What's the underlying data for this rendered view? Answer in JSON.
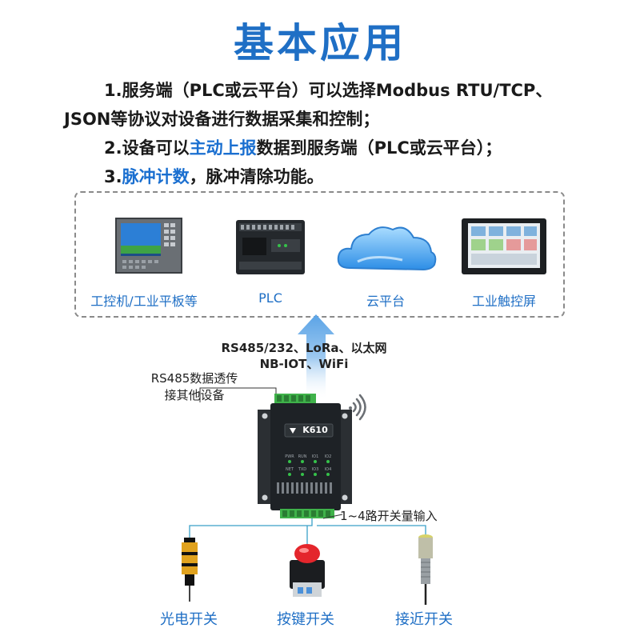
{
  "title": "基本应用",
  "description": {
    "line1": "1.服务端（PLC或云平台）可以选择Modbus RTU/TCP、",
    "line2": "JSON等协议对设备进行数据采集和控制；",
    "line3_pre": "2.设备可以",
    "line3_hl": "主动上报",
    "line3_post": "数据到服务端（PLC或云平台）；",
    "line4_pre": "3.",
    "line4_hl": "脉冲计数",
    "line4_post": "，脉冲清除功能。"
  },
  "devices": [
    {
      "label": "工控机/工业平板等"
    },
    {
      "label": "PLC"
    },
    {
      "label": "云平台"
    },
    {
      "label": "工业触控屏"
    }
  ],
  "protocols": {
    "line1": "RS485/232、LoRa、以太网",
    "line2": "NB-IOT、WiFi"
  },
  "passthrough": {
    "line1": "RS485数据透传",
    "line2": "接其他设备"
  },
  "module": {
    "name": "K610",
    "led_top": [
      "PWR",
      "RUN",
      "IO1",
      "IO2"
    ],
    "led_bottom": [
      "NET",
      "TXD",
      "IO3",
      "IO4"
    ]
  },
  "switch_input": "1~4路开关量输入",
  "sensors": [
    {
      "label": "光电开关"
    },
    {
      "label": "按键开关"
    },
    {
      "label": "接近开关"
    }
  ],
  "colors": {
    "accent": "#1f6fc5",
    "highlight": "#1a6fd0",
    "terminal_green": "#3fb24a",
    "module_body": "#1e2226"
  }
}
